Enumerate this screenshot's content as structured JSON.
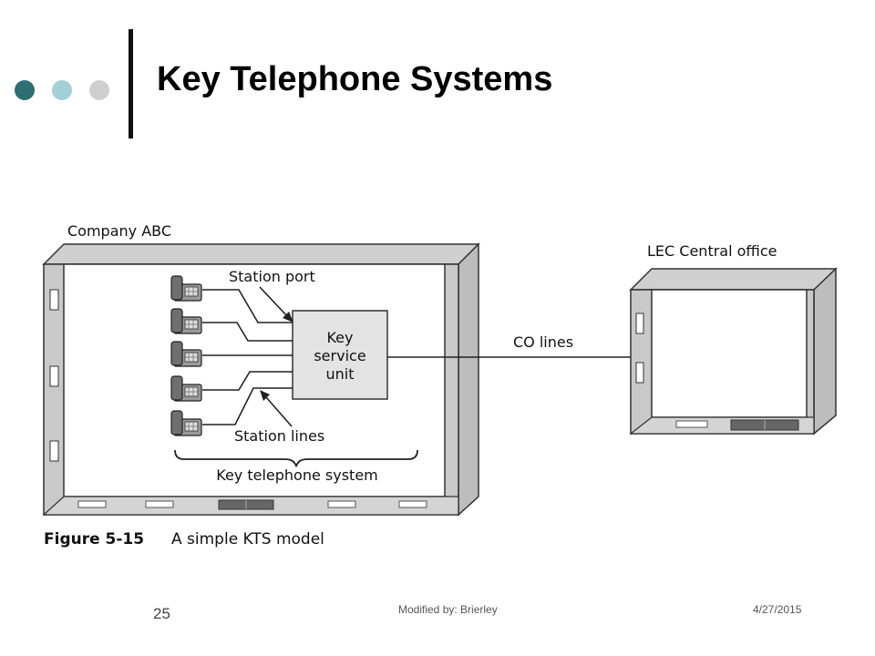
{
  "slide": {
    "title": "Key Telephone Systems",
    "page_number": "25",
    "footer_center": "Modified by: Brierley",
    "footer_date": "4/27/2015",
    "bullet_dot_colors": [
      "#2f6e73",
      "#a3cfd6",
      "#cfcfcf"
    ]
  },
  "diagram": {
    "company_label": "Company ABC",
    "central_office_label": "LEC Central office",
    "station_port_label": "Station port",
    "ksu_line1": "Key",
    "ksu_line2": "service",
    "ksu_line3": "unit",
    "co_lines_label": "CO lines",
    "station_lines_label": "Station lines",
    "system_label": "Key telephone system",
    "figure_number": "Figure 5-15",
    "figure_caption": "A simple KTS model",
    "phone_count": 5
  }
}
